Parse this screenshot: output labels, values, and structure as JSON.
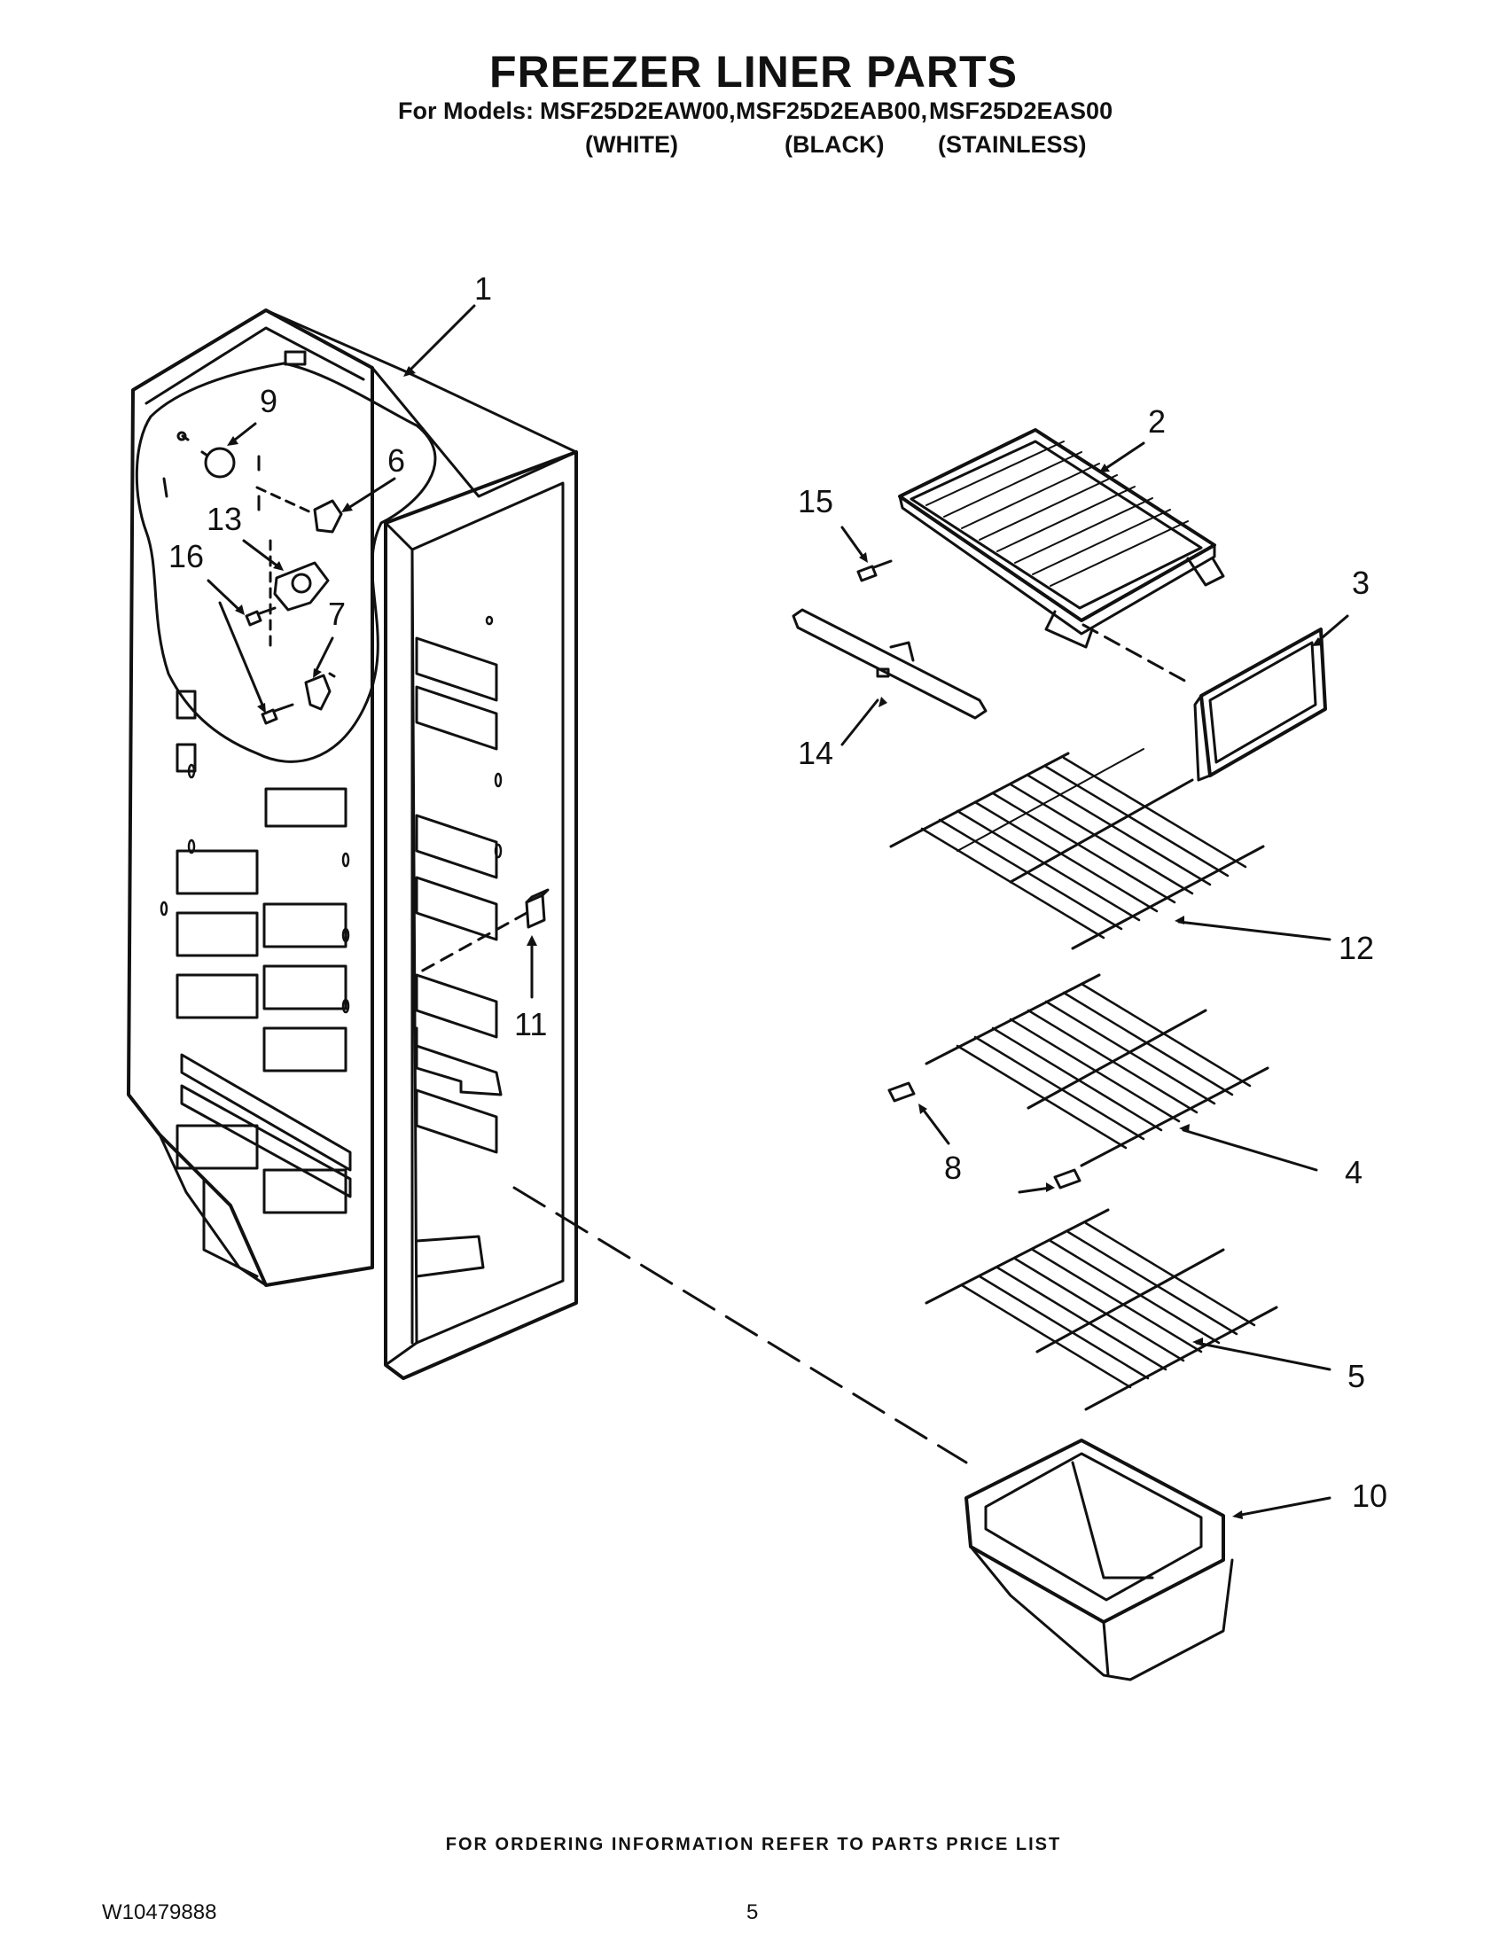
{
  "header": {
    "title": "FREEZER LINER PARTS",
    "models_label": "For Models:",
    "models": [
      "MSF25D2EAW00,",
      "MSF25D2EAB00,",
      "MSF25D2EAS00"
    ],
    "colors": [
      "(WHITE)",
      "(BLACK)",
      "(STAINLESS)"
    ]
  },
  "callouts": [
    "1",
    "2",
    "3",
    "4",
    "5",
    "6",
    "7",
    "8",
    "9",
    "10",
    "11",
    "12",
    "13",
    "14",
    "15",
    "16"
  ],
  "footer": {
    "note": "FOR ORDERING INFORMATION REFER TO PARTS PRICE LIST",
    "doc_number": "W10479888",
    "page_number": "5"
  }
}
